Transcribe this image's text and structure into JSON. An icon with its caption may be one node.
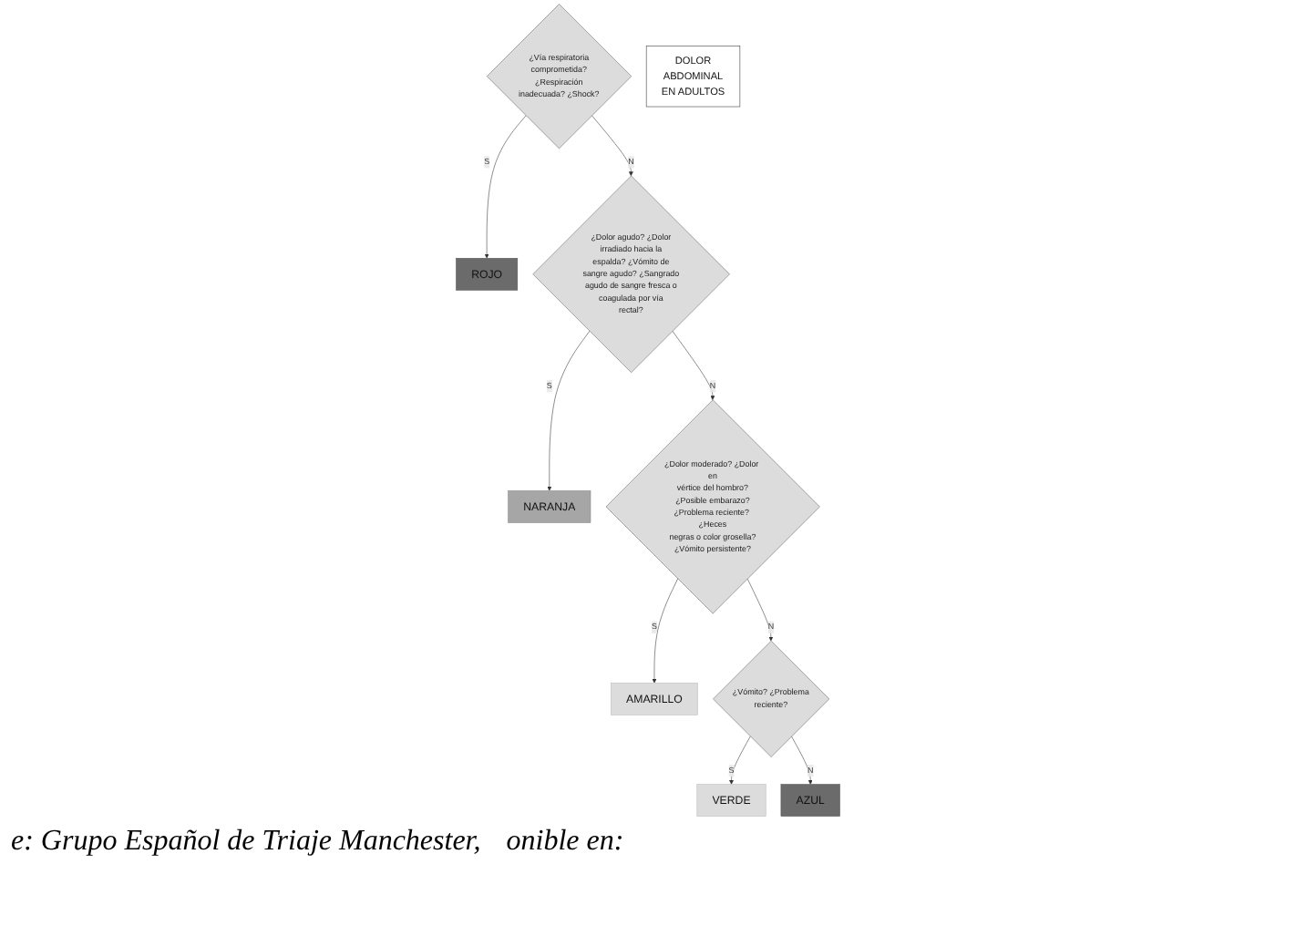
{
  "diagram": {
    "nodes": [
      {
        "text": [
          "ROJO"
        ]
      },
      {
        "text": [
          "¿Vía respiratoria comprometida? ¿Respiración inadecuada? ¿Shock?"
        ]
      },
      {
        "text": [
          "NARANJA"
        ]
      },
      {
        "text": [
          "¿Dolor agudo? ¿Dolor irradiado hacia la espalda? ¿Vómito de sangre agudo? ¿Sangrado agudo de sangre fresca o coagulada por vía rectal?"
        ]
      },
      {
        "text": [
          "AMARILLO"
        ]
      },
      {
        "text": [
          "¿Dolor moderado? ¿Dolor en vértice del hombro? ¿Posible embarazo? ¿Problema reciente? ¿Heces negras o color grosella? ¿Vómito persistente?"
        ]
      },
      {
        "text": [
          "¿Vómito? ¿Problema reciente?"
        ]
      },
      {
        "text": [
          "VERDE"
        ]
      },
      {
        "text": [
          "AZUL"
        ]
      },
      {
        "text": [
          "DOLOR ABDOMINAL EN ADULTOS"
        ]
      }
    ],
    "edges": [
      {
        "from": 1,
        "to": 0,
        "arrow": "to",
        "label": "S"
      },
      {
        "from": 1,
        "to": 3,
        "arrow": "to",
        "label": "N"
      },
      {
        "from": 3,
        "to": 2,
        "arrow": "to",
        "label": "S"
      },
      {
        "from": 3,
        "to": 5,
        "arrow": "to",
        "label": "N"
      },
      {
        "from": 5,
        "to": 4,
        "arrow": "to",
        "label": "S"
      },
      {
        "from": 5,
        "to": 6,
        "arrow": "to",
        "label": "N"
      },
      {
        "from": 6,
        "to": 7,
        "arrow": "to",
        "label": "S"
      },
      {
        "from": 6,
        "to": 8,
        "arrow": "to",
        "label": "N"
      }
    ],
    "labels": [
      "e: Grupo Español de Triaje Manchester,",
      "onible en:"
    ]
  }
}
